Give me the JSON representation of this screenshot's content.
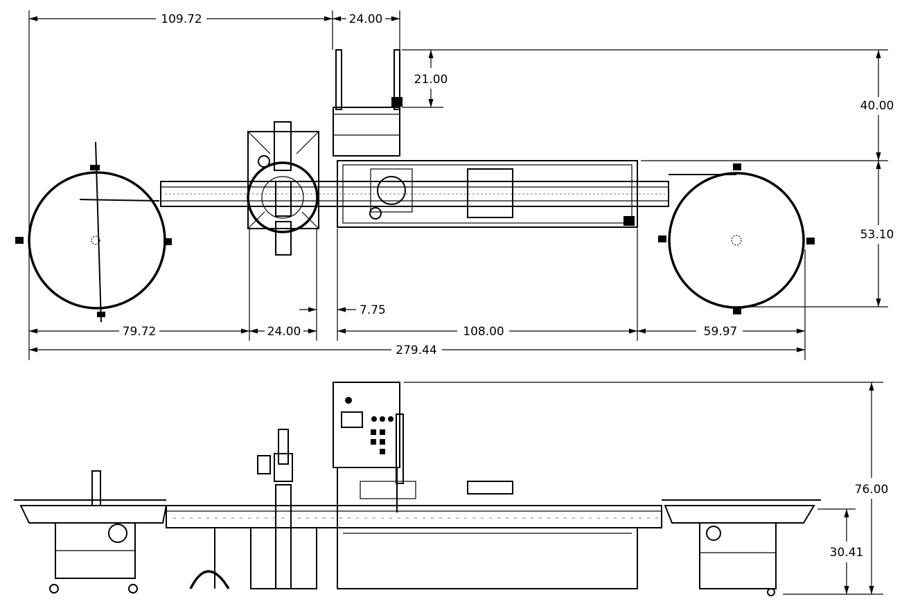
{
  "drawing": {
    "top_view": {
      "dims": {
        "overall_left_to_starwheel": "109.72",
        "control_panel_width": "24.00",
        "control_panel_depth": "21.00",
        "top_overall_depth": "40.00",
        "table_depth": "53.10",
        "left_table_offset": "79.72",
        "starwheel_unit_width": "24.00",
        "gap": "7.75",
        "main_frame_length": "108.00",
        "right_table_offset": "59.97",
        "overall_length": "279.44"
      }
    },
    "side_view": {
      "dims": {
        "overall_height": "76.00",
        "conveyor_height": "30.41"
      }
    },
    "colors": {
      "line": "#000000",
      "background": "#ffffff"
    }
  }
}
